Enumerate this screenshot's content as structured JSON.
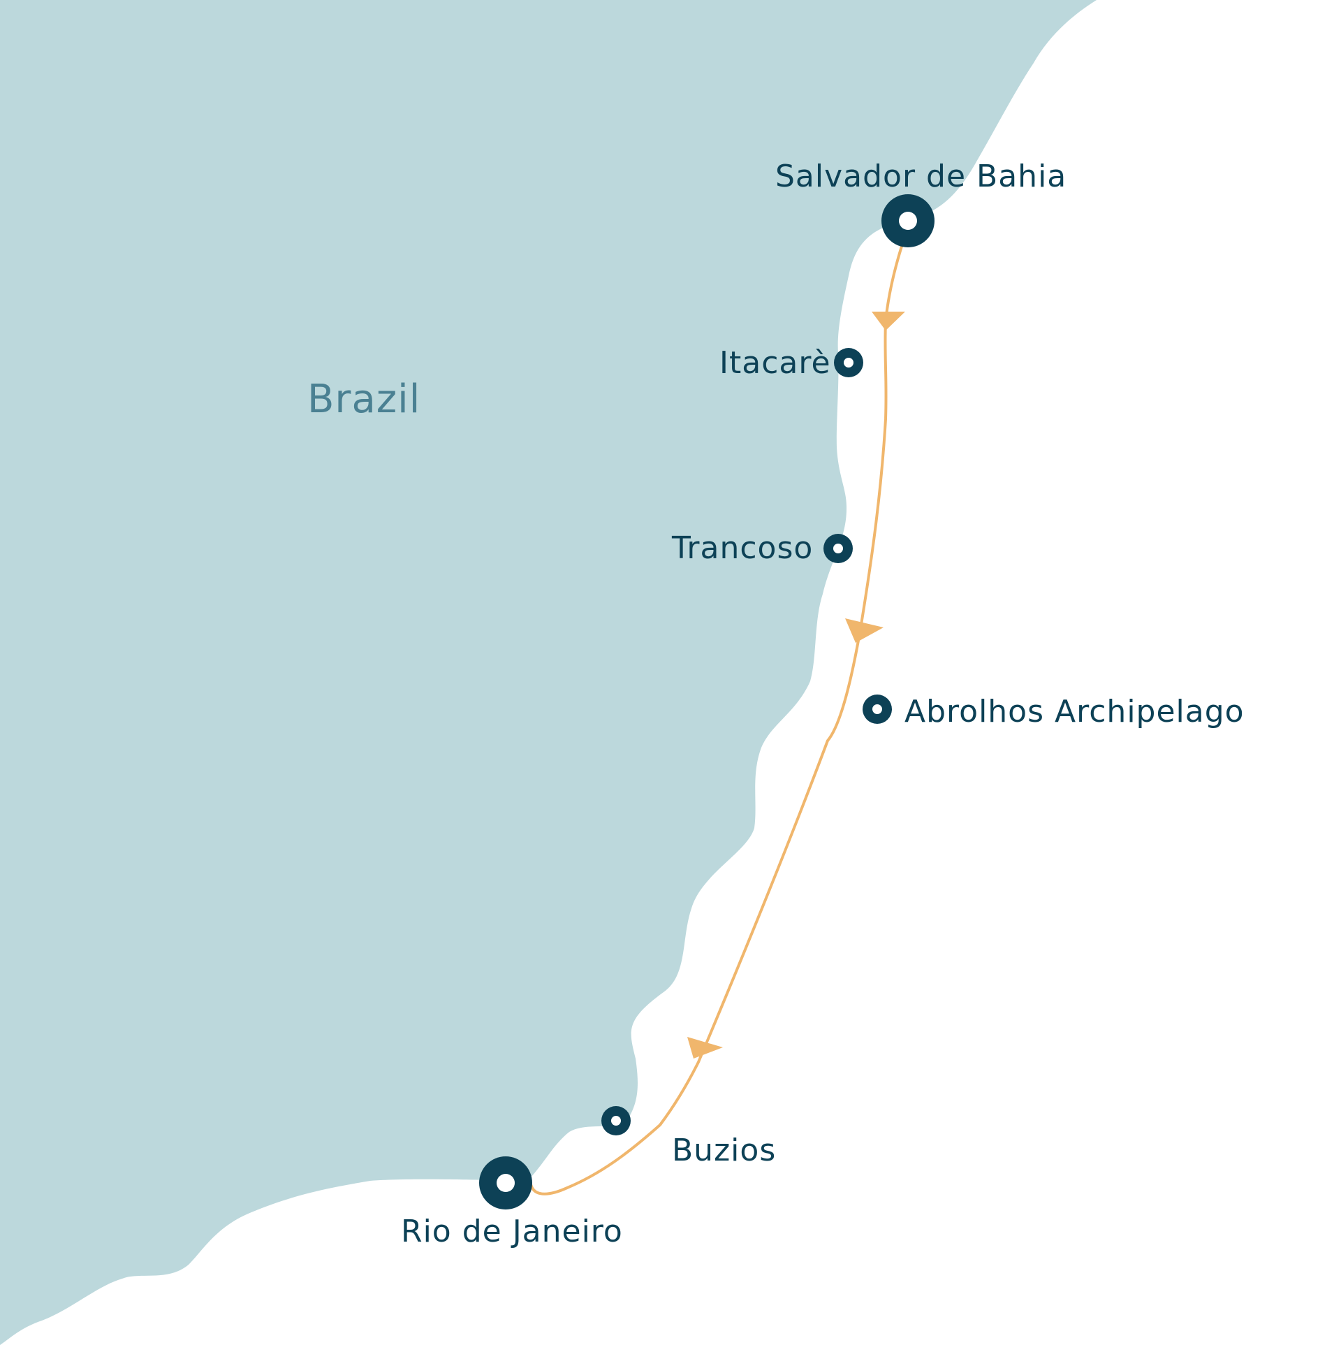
{
  "map": {
    "colors": {
      "land": "#bcd8dc",
      "sea": "#ffffff",
      "route": "#f0b66c",
      "marker": "#0d4156",
      "marker_center": "#ffffff",
      "place_text": "#0d4156",
      "country_text": "#4a8092"
    },
    "country": {
      "name": "Brazil"
    },
    "places": [
      {
        "id": "salvador",
        "name": "Salvador de Bahia",
        "type": "major-stop",
        "icon": "location-ring-icon"
      },
      {
        "id": "itacare",
        "name": "Itacarè",
        "type": "stop",
        "icon": "location-ring-icon"
      },
      {
        "id": "trancoso",
        "name": "Trancoso",
        "type": "stop",
        "icon": "location-ring-icon"
      },
      {
        "id": "abrolhos",
        "name": "Abrolhos Archipelago",
        "type": "stop",
        "icon": "location-ring-icon"
      },
      {
        "id": "buzios",
        "name": "Buzios",
        "type": "stop",
        "icon": "location-ring-icon"
      },
      {
        "id": "rio",
        "name": "Rio de Janeiro",
        "type": "major-stop",
        "icon": "location-ring-icon"
      }
    ],
    "route": {
      "from": "Salvador de Bahia",
      "to": "Rio de Janeiro",
      "direction_icon": "arrowhead-icon"
    }
  }
}
